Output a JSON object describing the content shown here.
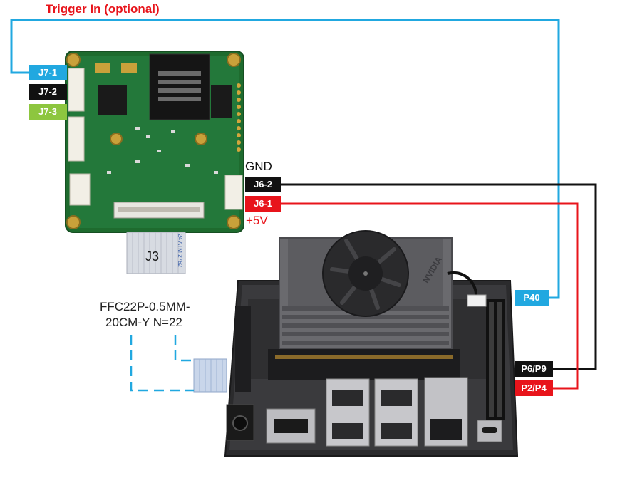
{
  "diagram": {
    "trigger_label": "Trigger In (optional)",
    "connectors_camera": {
      "j7_1": "J7-1",
      "j7_2": "J7-2",
      "j7_3": "J7-3",
      "j6_2": "J6-2",
      "j6_1": "J6-1"
    },
    "gnd_label": "GND",
    "plus5v_label": "+5V",
    "j3_label": "J3",
    "cable_line1": "FFC22P-0.5MM-",
    "cable_line2": "20CM-Y N=22",
    "jetson_pins": {
      "p40": "P40",
      "p6_p9": "P6/P9",
      "p2_p4": "P2/P4"
    },
    "board_silk_text": "NVIDIA",
    "ffc_print": "24 ATM 2762",
    "colors": {
      "trigger_wire": "#21a8e0",
      "gnd_wire": "#111111",
      "power_wire": "#e8141b",
      "j7_3_tag": "#8dc63f",
      "label_red": "#e8141b"
    }
  }
}
